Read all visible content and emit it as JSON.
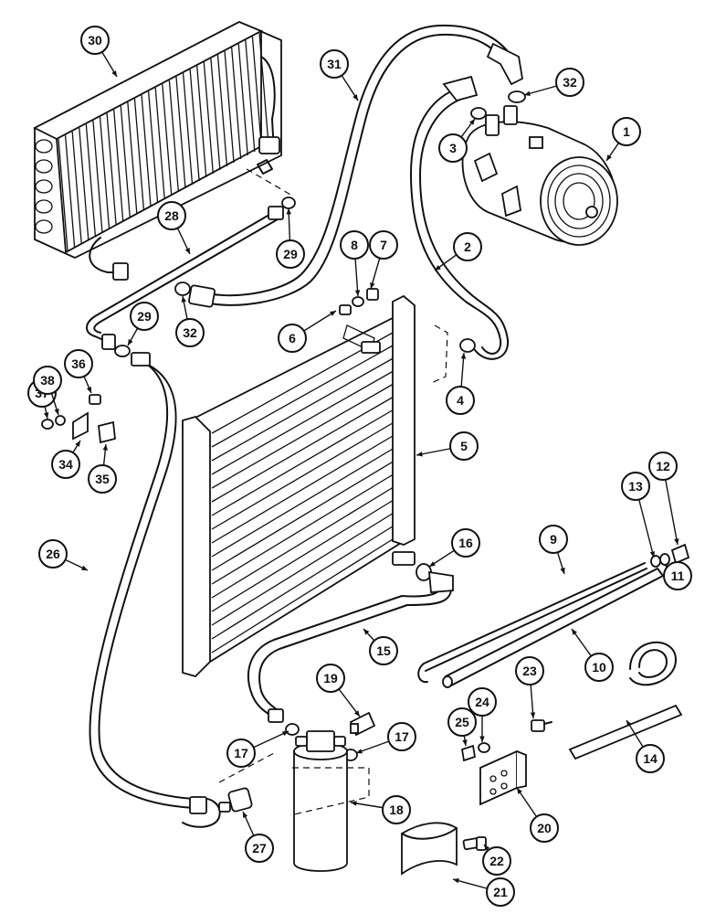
{
  "callouts": [
    {
      "label": "1"
    },
    {
      "label": "2"
    },
    {
      "label": "3"
    },
    {
      "label": "4"
    },
    {
      "label": "5"
    },
    {
      "label": "6"
    },
    {
      "label": "7"
    },
    {
      "label": "8"
    },
    {
      "label": "9"
    },
    {
      "label": "10"
    },
    {
      "label": "11"
    },
    {
      "label": "12"
    },
    {
      "label": "13"
    },
    {
      "label": "14"
    },
    {
      "label": "15"
    },
    {
      "label": "16"
    },
    {
      "label": "17"
    },
    {
      "label": "17"
    },
    {
      "label": "18"
    },
    {
      "label": "19"
    },
    {
      "label": "20"
    },
    {
      "label": "21"
    },
    {
      "label": "22"
    },
    {
      "label": "23"
    },
    {
      "label": "24"
    },
    {
      "label": "25"
    },
    {
      "label": "26"
    },
    {
      "label": "27"
    },
    {
      "label": "28"
    },
    {
      "label": "29"
    },
    {
      "label": "29"
    },
    {
      "label": "30"
    },
    {
      "label": "31"
    },
    {
      "label": "32"
    },
    {
      "label": "32"
    },
    {
      "label": "34"
    },
    {
      "label": "35"
    },
    {
      "label": "36"
    },
    {
      "label": "37"
    },
    {
      "label": "38"
    }
  ]
}
